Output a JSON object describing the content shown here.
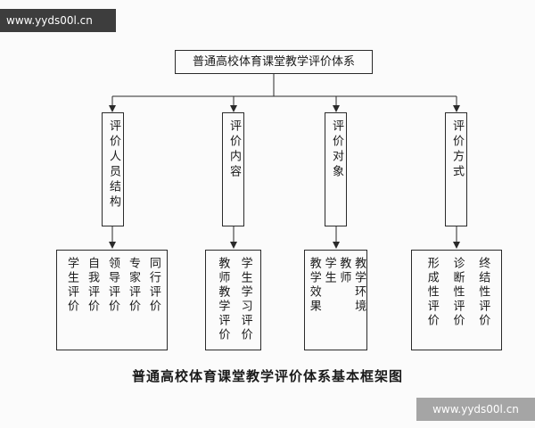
{
  "watermark_top": "www.yyds00l.cn",
  "watermark_bottom": "www.yyds00l.cn",
  "title_box": "普通高校体育课堂教学评价体系",
  "caption": "普通高校体育课堂教学评价体系基本框架图",
  "mid_boxes": [
    {
      "label": "评价人员结构"
    },
    {
      "label": "评价内容"
    },
    {
      "label": "评价对象"
    },
    {
      "label": "评价方式"
    }
  ],
  "bottom_boxes": [
    {
      "columns": [
        "学生评价",
        "自我评价",
        "领导评价",
        "专家评价",
        "同行评价"
      ]
    },
    {
      "columns": [
        "教师教学评价",
        "学生学习评价"
      ]
    },
    {
      "columns": [
        "教学效果",
        "学生",
        "教师",
        "教学环境"
      ]
    },
    {
      "columns": [
        "形成性评价",
        "诊断性评价",
        "终结性评价"
      ]
    }
  ],
  "colors": {
    "line": "#2a2a2a",
    "box_border": "#2a2a2a",
    "background": "#fbfbfb",
    "watermark_top_bg": "#3d3d3d",
    "watermark_bottom_bg": "#a5a5a5",
    "watermark_text": "#ffffff"
  }
}
